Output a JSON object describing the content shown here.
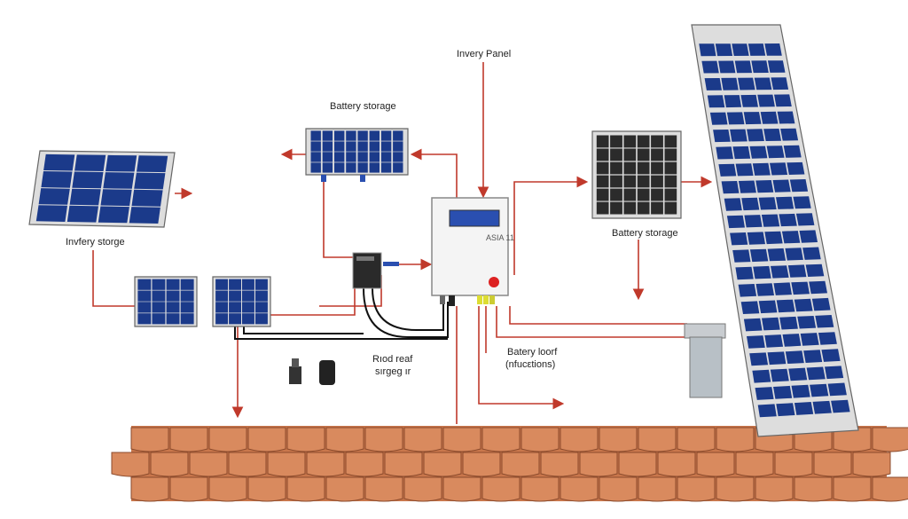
{
  "labels": {
    "top_center": "Invery Panel",
    "battery_top": "Battery storage",
    "left": "Invfery storge",
    "battery_right": "Battery storage",
    "roof_line1": "Rıod reaf",
    "roof_line2": "sırgeg ır",
    "batt_loof_line1": "Batery loorf",
    "batt_loof_line2": "(nfucεtions)",
    "inverter_model": "ASIA 11"
  },
  "colors": {
    "wire_red": "#c0392b",
    "panel_blue": "#1b3a8a",
    "panel_dark": "#2b2b2b",
    "roof_tile": "#d98a5e",
    "inverter_display": "#2a4fb0"
  }
}
